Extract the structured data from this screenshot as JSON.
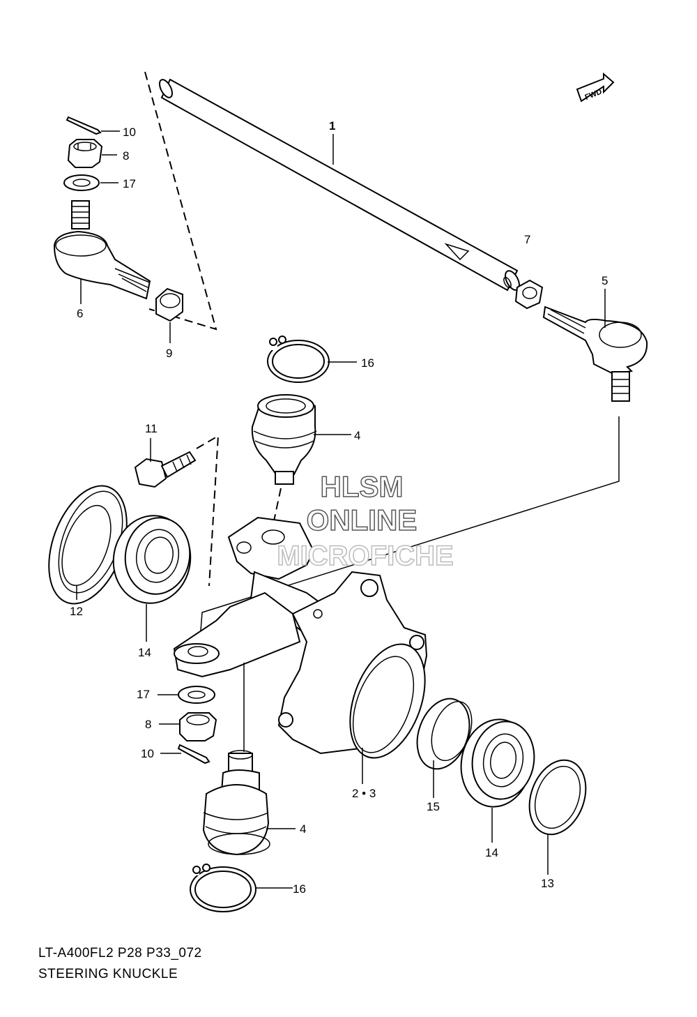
{
  "fwd_badge": "FWD",
  "labels": {
    "p1": "1",
    "p4_top": "4",
    "p4_bottom": "4",
    "p5": "5",
    "p6": "6",
    "p7": "7",
    "p8_top": "8",
    "p8_bottom": "8",
    "p9": "9",
    "p10_top": "10",
    "p10_bottom": "10",
    "p11": "11",
    "p12": "12",
    "p13": "13",
    "p14_left": "14",
    "p14_right": "14",
    "p15": "15",
    "p16_top": "16",
    "p16_bottom": "16",
    "p17_top": "17",
    "p17_bottom": "17",
    "p23": "2 • 3"
  },
  "watermark": {
    "line1": "HLSM",
    "line2": "ONLINE",
    "line3": "MICROFICHE"
  },
  "footer": {
    "model_code": "LT-A400FL2 P28 P33_072",
    "section_title": "STEERING KNUCKLE"
  }
}
